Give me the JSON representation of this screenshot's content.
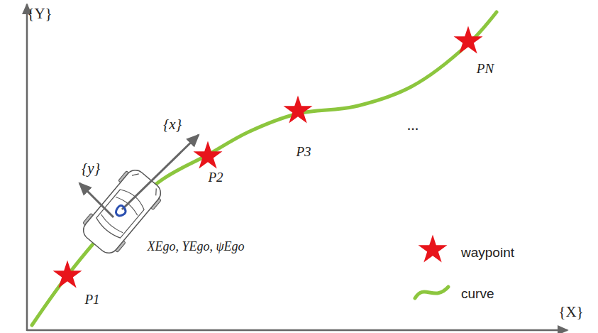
{
  "diagram": {
    "labels": [
      "{Y}",
      "{X}",
      "{x}",
      "{y}",
      "P1",
      "P2",
      "P3",
      "PN",
      "...",
      "XEgo, YEgo, ψEgo"
    ],
    "legend": [
      {
        "text": "waypoint"
      },
      {
        "text": "curve"
      }
    ]
  }
}
